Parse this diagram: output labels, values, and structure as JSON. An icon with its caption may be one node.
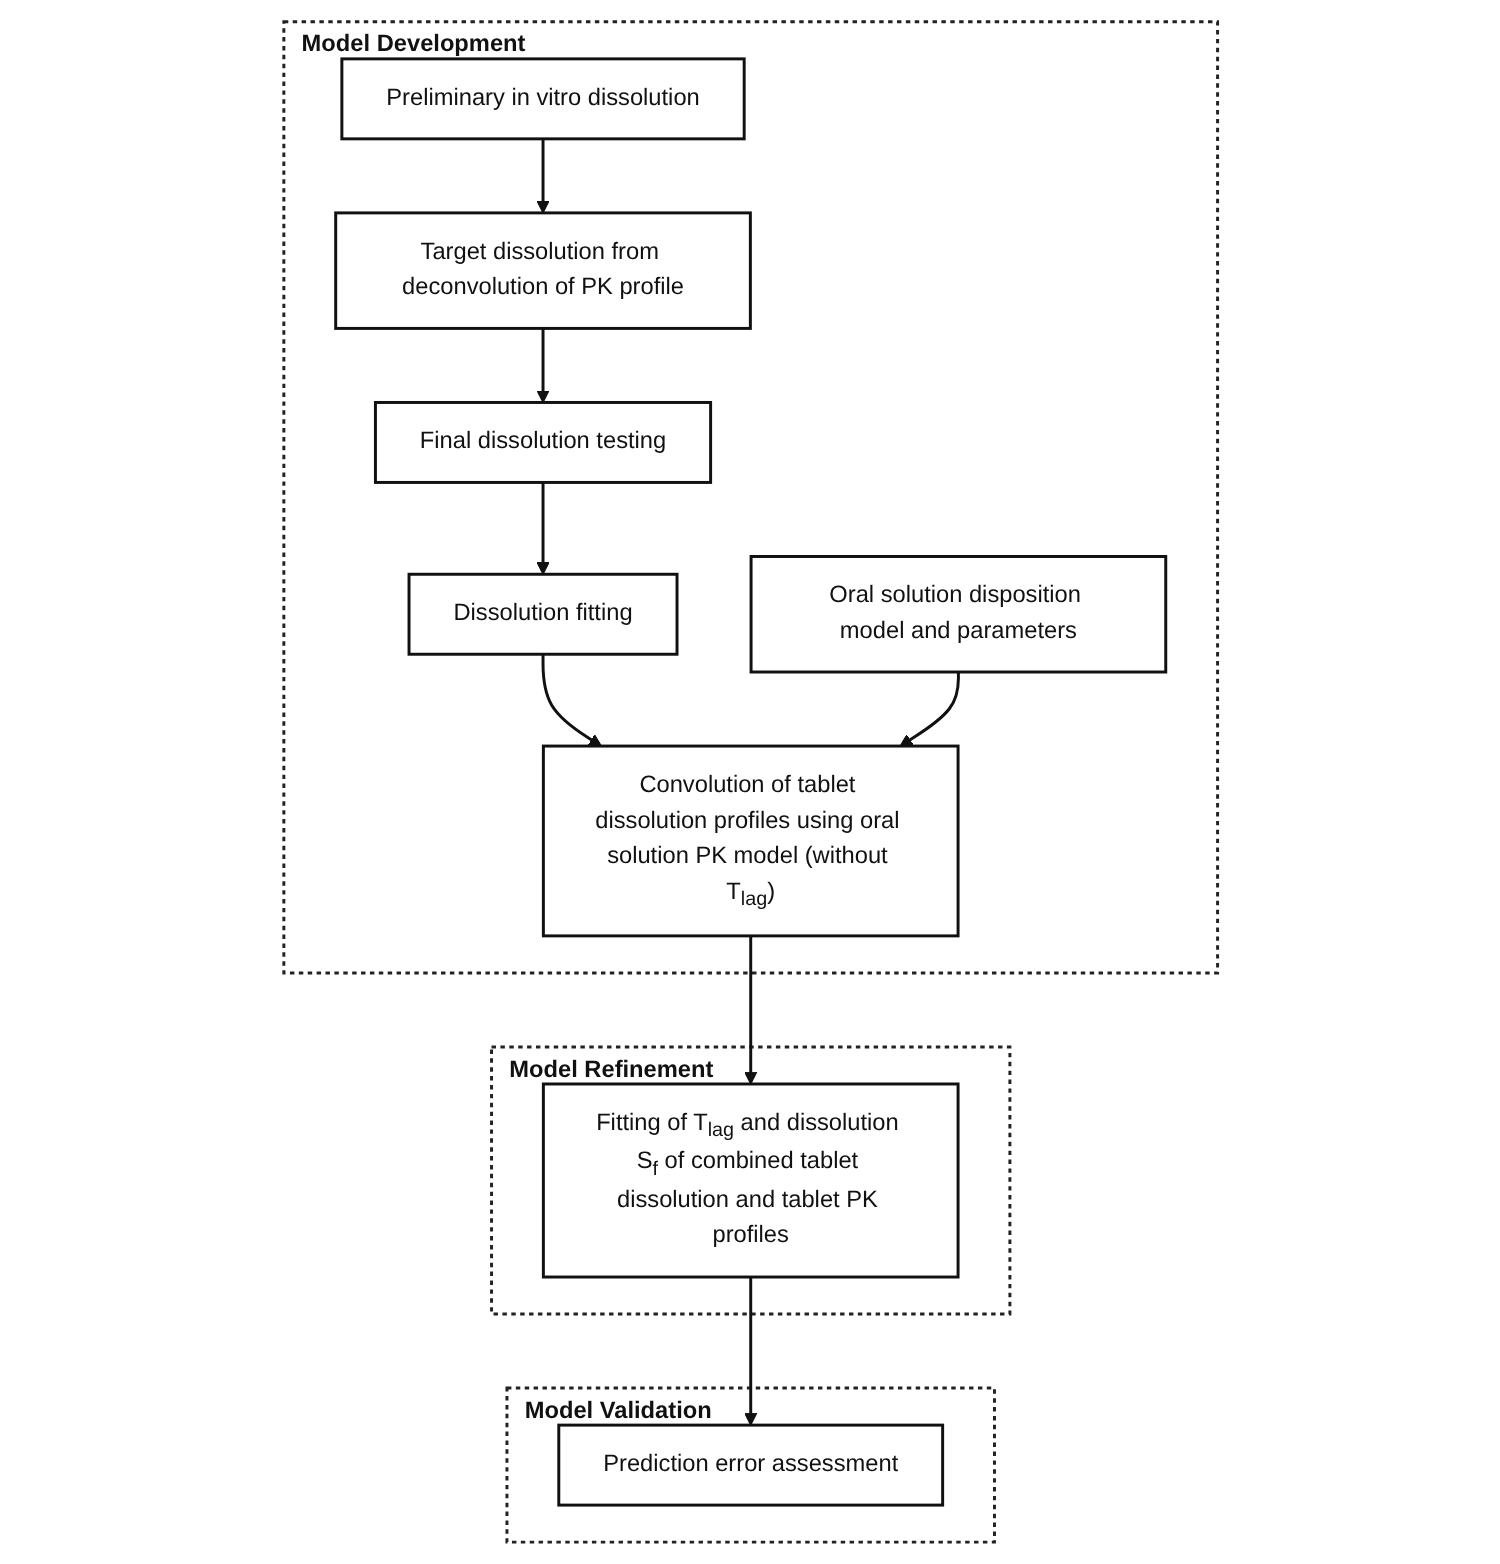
{
  "diagram": {
    "nodes": [
      {
        "text": [
          "Model Development"
        ]
      },
      {
        "text": [
          "Preliminary in vitro dissolution"
        ],
        "in": 0
      },
      {
        "text": [
          "Target dissolution from deconvolution of PK profile"
        ],
        "in": 0
      },
      {
        "text": [
          "Final dissolution testing"
        ],
        "in": 0
      },
      {
        "text": [
          "Dissolution fitting"
        ],
        "in": 0
      },
      {
        "text": [
          "Oral solution disposition model and parameters"
        ],
        "in": 0
      },
      {
        "text": [
          "Convolution of tablet dissolution profiles using oral solution PK model (without T$_{lag}$)"
        ],
        "in": 0
      },
      {
        "text": [
          "Model Refinement"
        ]
      },
      {
        "text": [
          "Fitting of T$_{lag}$ and dissolution S$_{f}$ of combined tablet dissolution and tablet PK profiles"
        ],
        "in": 7
      },
      {
        "text": [
          "Model Validation"
        ]
      },
      {
        "text": [
          "Prediction error assessment"
        ],
        "in": 9
      }
    ],
    "edges": [
      {
        "from": 1,
        "to": 2,
        "arrow": "to"
      },
      {
        "from": 2,
        "to": 3,
        "arrow": "to"
      },
      {
        "from": 3,
        "to": 4,
        "arrow": "to"
      },
      {
        "from": 4,
        "to": 6,
        "arrow": "to"
      },
      {
        "from": 5,
        "to": 6,
        "arrow": "to"
      },
      {
        "from": 6,
        "to": 8,
        "arrow": "to"
      },
      {
        "from": 8,
        "to": 10,
        "arrow": "to"
      }
    ]
  }
}
